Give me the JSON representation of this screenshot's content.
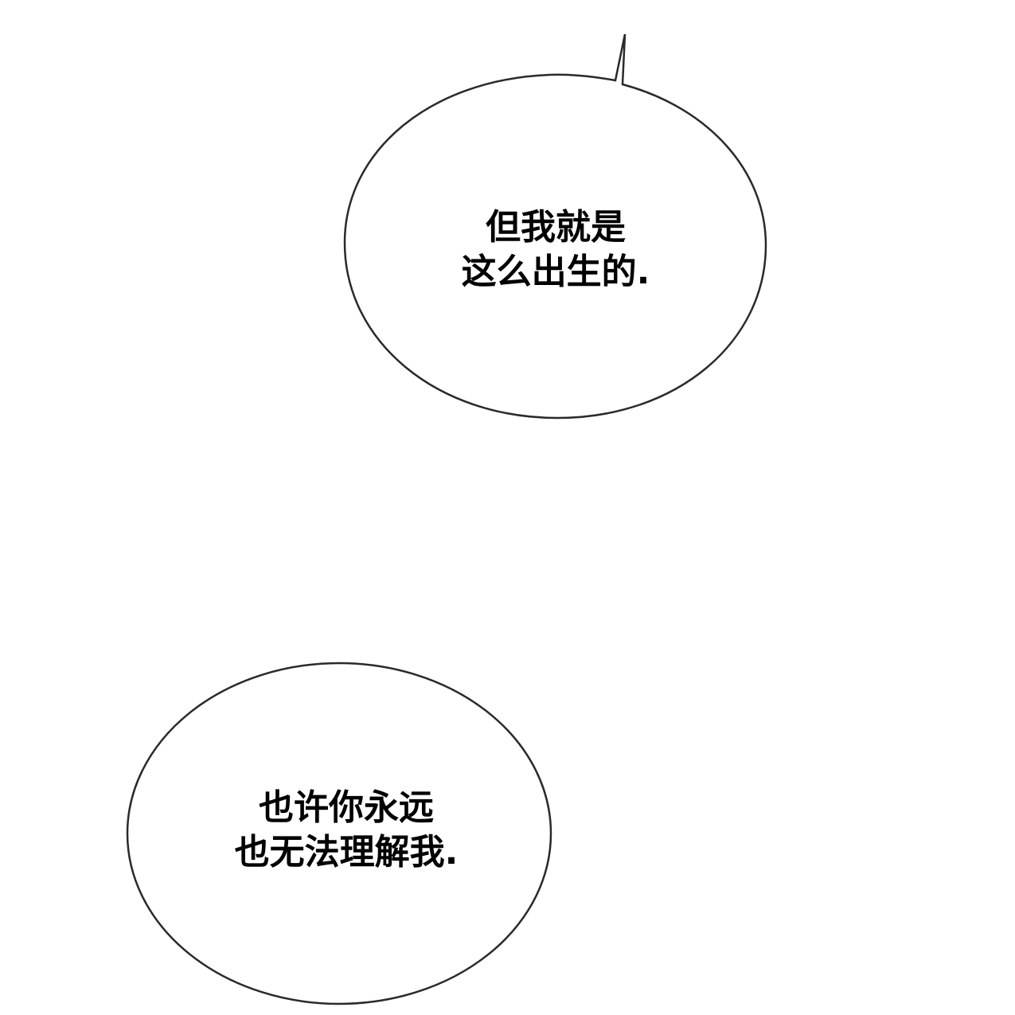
{
  "panel": {
    "background": "#ffffff",
    "stroke_color": "#2a2a2a"
  },
  "bubbles": [
    {
      "lines": [
        "但我就是",
        "这么出生的."
      ],
      "has_tail": true,
      "tail_direction": "up"
    },
    {
      "lines": [
        "也许你永远",
        "也无法理解我."
      ],
      "has_tail": false
    }
  ]
}
